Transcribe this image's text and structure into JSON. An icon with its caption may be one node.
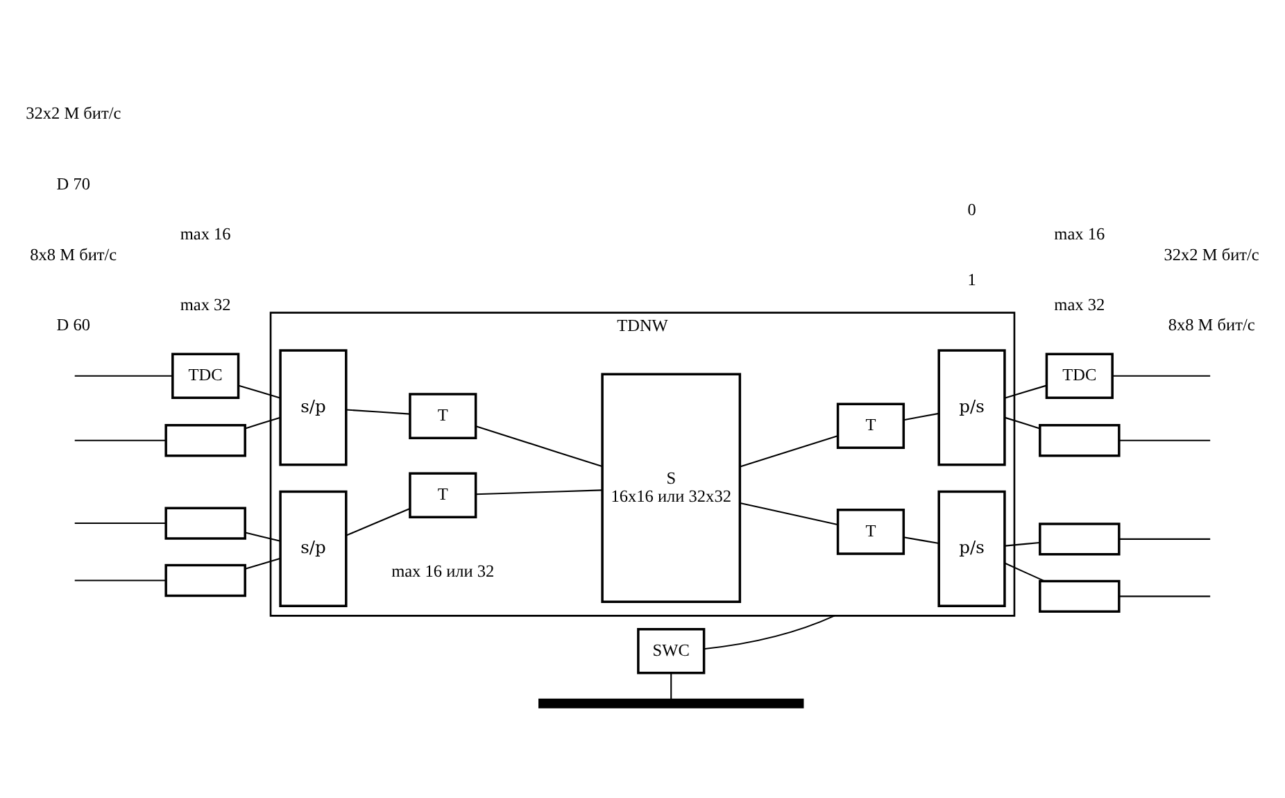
{
  "diagram": {
    "nodes": [
      {
        "text": [
          "TDNW"
        ]
      },
      {
        "text": [
          "s/p"
        ],
        "in": 0
      },
      {
        "text": [
          "T"
        ],
        "in": 0
      },
      {
        "text": [
          "S",
          "16x16 или 32x32"
        ],
        "in": 0
      },
      {
        "text": [
          "T"
        ],
        "in": 0
      },
      {
        "text": [
          "p/s"
        ],
        "in": 0
      },
      {
        "text": [
          "s/p"
        ],
        "in": 0
      },
      {
        "text": [
          "T"
        ],
        "in": 0
      },
      {
        "text": [
          "T"
        ],
        "in": 0
      },
      {
        "text": [
          "p/s"
        ],
        "in": 0
      },
      {
        "text": [
          "TDC"
        ]
      },
      {
        "text": [],
        "shape": "box"
      },
      {
        "text": [],
        "shape": "box"
      },
      {
        "text": [],
        "shape": "box"
      },
      {
        "text": [
          "TDC"
        ]
      },
      {
        "text": [],
        "shape": "box"
      },
      {
        "text": [],
        "shape": "box"
      },
      {
        "text": [],
        "shape": "box"
      },
      {
        "text": [
          "SWC"
        ]
      },
      {
        "text": [],
        "shape": "bar"
      }
    ],
    "edges": [
      {
        "from": null,
        "to": 10,
        "arrow": "none"
      },
      {
        "from": null,
        "to": 11,
        "arrow": "none"
      },
      {
        "from": null,
        "to": 12,
        "arrow": "none"
      },
      {
        "from": null,
        "to": 13,
        "arrow": "none"
      },
      {
        "from": 10,
        "to": 1,
        "arrow": "none"
      },
      {
        "from": 11,
        "to": 1,
        "arrow": "none"
      },
      {
        "from": 12,
        "to": 6,
        "arrow": "none"
      },
      {
        "from": 13,
        "to": 6,
        "arrow": "none"
      },
      {
        "from": 1,
        "to": 2,
        "arrow": "none"
      },
      {
        "from": 6,
        "to": 7,
        "arrow": "none"
      },
      {
        "from": 2,
        "to": 3,
        "arrow": "none"
      },
      {
        "from": 7,
        "to": 3,
        "arrow": "none"
      },
      {
        "from": 3,
        "to": 4,
        "arrow": "none"
      },
      {
        "from": 3,
        "to": 8,
        "arrow": "none"
      },
      {
        "from": 4,
        "to": 5,
        "arrow": "none"
      },
      {
        "from": 8,
        "to": 9,
        "arrow": "none"
      },
      {
        "from": 5,
        "to": 14,
        "arrow": "none"
      },
      {
        "from": 5,
        "to": 15,
        "arrow": "none"
      },
      {
        "from": 9,
        "to": 16,
        "arrow": "none"
      },
      {
        "from": 9,
        "to": 17,
        "arrow": "none"
      },
      {
        "from": 14,
        "to": null,
        "arrow": "none"
      },
      {
        "from": 15,
        "to": null,
        "arrow": "none"
      },
      {
        "from": 16,
        "to": null,
        "arrow": "none"
      },
      {
        "from": 17,
        "to": null,
        "arrow": "none"
      },
      {
        "from": 0,
        "to": 18,
        "arrow": "none"
      },
      {
        "from": 18,
        "to": 19,
        "arrow": "none"
      }
    ],
    "labels": [
      "32x2 M бит/с",
      "32x2 M бит/с",
      "D 70",
      "max 16",
      "max 16",
      "0",
      "1",
      "max 16 или 32",
      "8x8 M бит/с",
      "8x8 M бит/с",
      "D 60",
      "max 32",
      "max 32"
    ]
  }
}
